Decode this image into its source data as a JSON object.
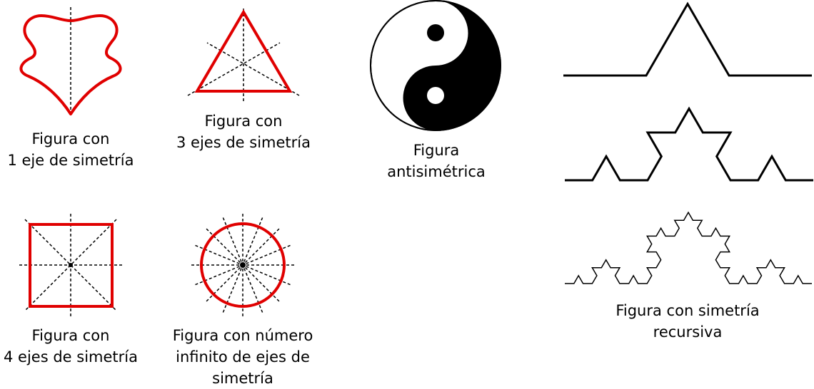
{
  "colors": {
    "figure_stroke": "#e00000",
    "axis_stroke": "#000000",
    "koch_stroke": "#000000",
    "yin": "#000000",
    "yang": "#ffffff"
  },
  "figures": {
    "one_axis": {
      "label_lines": [
        "Figura con",
        "1 eje de simetría"
      ],
      "axes_count": 1,
      "shape": "symmetric-vase-outline"
    },
    "three_axes": {
      "label_lines": [
        "Figura con",
        "3 ejes de simetría"
      ],
      "axes_count": 3,
      "shape": "equilateral-triangle"
    },
    "antisymmetric": {
      "label_lines": [
        "Figura",
        "antisimétrica"
      ],
      "shape": "yin-yang"
    },
    "four_axes": {
      "label_lines": [
        "Figura con",
        "4 ejes de simetría"
      ],
      "axes_count": 4,
      "shape": "square"
    },
    "infinite_axes": {
      "label_lines": [
        "Figura con número",
        "infinito de ejes de",
        "simetría"
      ],
      "axes_drawn": 8,
      "shape": "circle"
    },
    "recursive": {
      "label_lines": [
        "Figura con simetría",
        "recursiva"
      ],
      "shape": "koch-curve",
      "iterations_shown": [
        1,
        2,
        3
      ]
    }
  }
}
